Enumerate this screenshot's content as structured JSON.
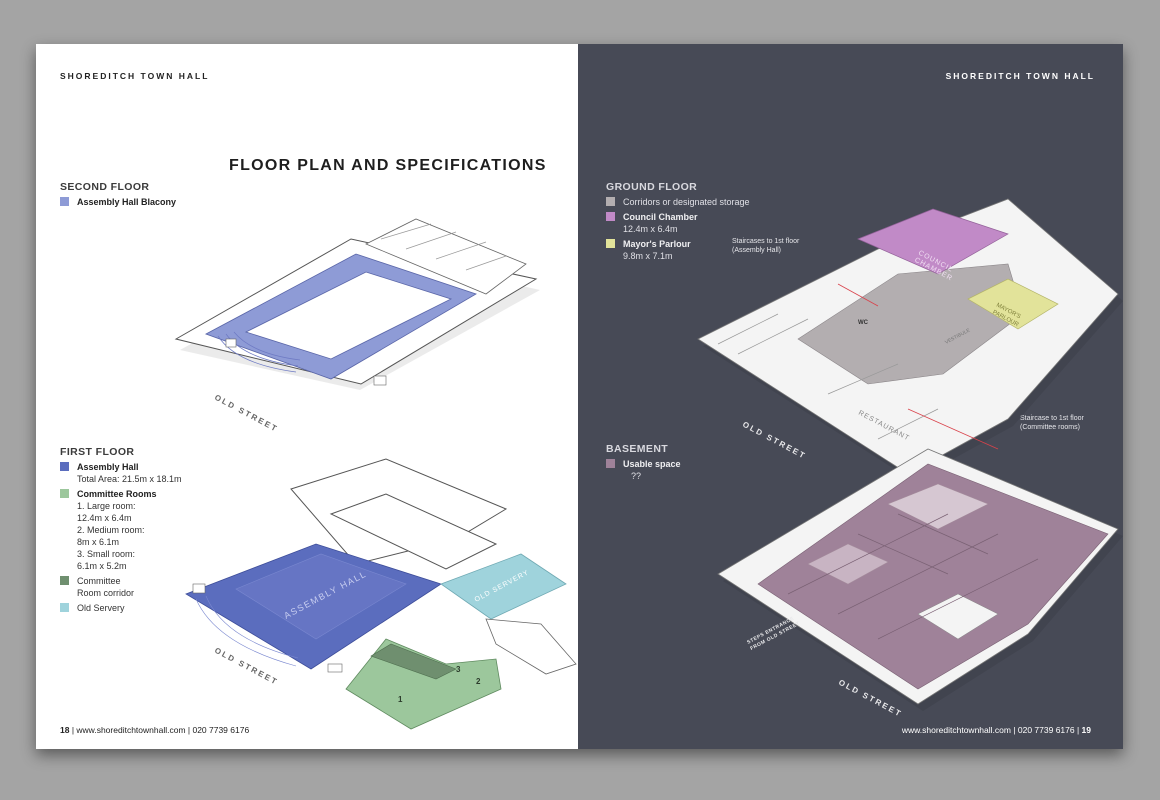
{
  "left_page": {
    "header": "SHOREDITCH TOWN HALL",
    "title": "FLOOR PLAN AND SPECIFICATIONS",
    "second_floor": {
      "title": "SECOND FLOOR",
      "items": [
        {
          "name": "Assembly Hall Blacony",
          "color": "#8e9bd6"
        }
      ],
      "street_label": "OLD STREET"
    },
    "first_floor": {
      "title": "FIRST FLOOR",
      "items": [
        {
          "name": "Assembly Hall",
          "detail": "Total Area: 21.5m x 18.1m",
          "color": "#5b6dbe"
        },
        {
          "name": "Committee Rooms",
          "detail": "1. Large room:\n    12.4m x 6.4m\n2. Medium room:\n    8m x 6.1m\n3. Small room:\n    6.1m x 5.2m",
          "color": "#9cc79c"
        },
        {
          "name": "Committee\nRoom corridor",
          "color": "#6f8f6f"
        },
        {
          "name": "Old Servery",
          "color": "#9fd3dc"
        }
      ],
      "plan_labels": {
        "assembly": "ASSEMBLY HALL",
        "servery": "OLD SERVERY",
        "r1": "1",
        "r2": "2",
        "r3": "3"
      },
      "street_label": "OLD STREET"
    },
    "footer": {
      "page": "18",
      "text": " | www.shoreditchtownhall.com | 020 7739 6176"
    }
  },
  "right_page": {
    "header": "SHOREDITCH TOWN HALL",
    "ground_floor": {
      "title": "GROUND FLOOR",
      "items": [
        {
          "name": "Corridors or designated storage",
          "color": "#b3aeb0"
        },
        {
          "name": "Council Chamber",
          "detail": "12.4m x 6.4m",
          "color": "#c18ac7"
        },
        {
          "name": "Mayor's Parlour",
          "detail": "9.8m x 7.1m",
          "color": "#e2e39a"
        }
      ],
      "annotations": {
        "stairs_assembly": "Staircases to 1st floor\n(Assembly Hall)",
        "stairs_committee": "Staircase to 1st floor\n(Committee rooms)"
      },
      "plan_labels": {
        "chamber": "COUNCIL\nCHAMBER",
        "parlour": "MAYOR'S\nPARLOUR",
        "restaurant": "RESTAURANT",
        "vestibule": "VESTIBULE",
        "wc": "WC"
      },
      "street_label": "OLD STREET"
    },
    "basement": {
      "title": "BASEMENT",
      "items": [
        {
          "name": "Usable space",
          "detail": "??",
          "color": "#9f8299"
        }
      ],
      "steps_label": "STEPS ENTRANCE\nFROM OLD STREET",
      "street_label": "OLD STREET"
    },
    "footer": {
      "text": "www.shoreditchtownhall.com | 020 7739 6176 | ",
      "page": "19"
    }
  }
}
